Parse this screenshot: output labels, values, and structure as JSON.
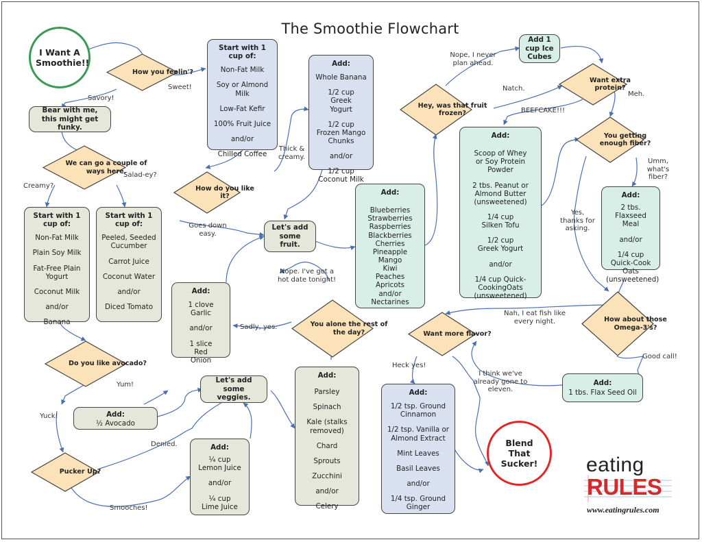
{
  "title": "The Smoothie Flowchart",
  "start": "I Want A Smoothie!!",
  "end": "Blend That Sucker!",
  "diamonds": {
    "feelin": "How you feelin'?",
    "couple_ways": "We can go a couple of ways here.",
    "like_it": "How do you like it?",
    "avocado": "Do you like avocado?",
    "pucker": "Pucker Up?",
    "alone": "You alone the rest of the day?",
    "frozen": "Hey, was that fruit frozen?",
    "protein": "Want extra protein?",
    "fiber": "You getting enough fiber?",
    "omega": "How about those Omega-3's?",
    "flavor": "Want more flavor?"
  },
  "boxes": {
    "funky": "Bear with me, this might get funky.",
    "creamy_base": {
      "header": "Start with 1 cup of:",
      "items": [
        "Non-Fat Milk",
        "Plain Soy Milk",
        "Fat-Free Plain Yogurt",
        "Coconut Milk",
        "and/or",
        "Banana"
      ]
    },
    "salad_base": {
      "header": "Start with 1 cup of:",
      "items": [
        "Peeled, Seeded Cucumber",
        "Carrot Juice",
        "Coconut Water",
        "and/or",
        "Diced Tomato"
      ]
    },
    "sweet_base": {
      "header": "Start with 1 cup of:",
      "items": [
        "Non-Fat Milk",
        "Soy or Almond Milk",
        "Low-Fat Kefir",
        "100% Fruit Juice",
        "and/or",
        "Chilled Coffee"
      ]
    },
    "creamy_add": {
      "header": "Add:",
      "items": [
        "Whole Banana",
        "1/2 cup Greek Yogurt",
        "1/2 cup Frozen Mango Chunks",
        "and/or",
        "1/2 cup Coconut Milk"
      ]
    },
    "add_fruit": "Let's add some fruit.",
    "fruits": {
      "header": "Add:",
      "items": [
        "Blueberries",
        "Strawberries",
        "Raspberries",
        "Blackberries",
        "Cherries",
        "Pineapple",
        "Mango",
        "Kiwi",
        "Peaches",
        "Apricots",
        "and/or",
        "Nectarines"
      ]
    },
    "ice": "Add 1 cup Ice Cubes",
    "protein_add": {
      "header": "Add:",
      "items": [
        "Scoop of Whey or Soy Protein Powder",
        "2 tbs. Peanut or Almond Butter (unsweetened)",
        "1/4 cup Silken Tofu",
        "1/2 cup Greek Yogurt",
        "and/or",
        "1/4 cup Quick-CookingOats (unsweetened)"
      ]
    },
    "fiber_add": {
      "header": "Add:",
      "items": [
        "2 tbs. Flaxseed Meal",
        "and/or",
        "1/4 cup Quick-Cook Oats (unsweetened)"
      ]
    },
    "flax_oil": {
      "header": "Add:",
      "items": [
        "1 tbs. Flax Seed Oil"
      ]
    },
    "garlic": {
      "header": "Add:",
      "items": [
        "1 clove Garlic",
        "and/or",
        "1 slice Red Onion"
      ]
    },
    "avocado_add": {
      "header": "Add:",
      "items": [
        "½ Avocado"
      ]
    },
    "add_veggies": "Let's add some veggies.",
    "veggies": {
      "header": "Add:",
      "items": [
        "Parsley",
        "Spinach",
        "Kale (stalks removed)",
        "Chard",
        "Sprouts",
        "Zucchini",
        "and/or",
        "Celery"
      ]
    },
    "citrus": {
      "header": "Add:",
      "items": [
        "¼ cup Lemon Juice",
        "and/or",
        "¼ cup Lime Juice"
      ]
    },
    "flavor_add": {
      "header": "Add:",
      "items": [
        "1/2 tsp. Ground Cinnamon",
        "1/2 tsp. Vanilla or Almond Extract",
        "Mint Leaves",
        "Basil Leaves",
        "and/or",
        "1/4 tsp. Ground Ginger"
      ]
    }
  },
  "notes": {
    "savory": "Savory!",
    "sweet": "Sweet!",
    "creamy": "Creamy?",
    "salad": "Salad-ey?",
    "thick": "Thick & creamy.",
    "goes_down": "Goes down easy.",
    "nope_hot": "Nope. I've got a hot date tonight!",
    "sadly": "Sadly, yes.",
    "yum": "Yum!",
    "yuck": "Yuck!",
    "denied": "Denied.",
    "smooches": "Smooches!",
    "nope_never": "Nope, I never plan ahead.",
    "natch": "Natch.",
    "beefcake": "BEEFCAKE!!!",
    "meh": "Meh.",
    "umm": "Umm, what's fiber?",
    "yes_thanks": "Yes, thanks for asking.",
    "nah_fish": "Nah, I eat fish like every night.",
    "good_call": "Good call!",
    "heck_yes": "Heck yes!",
    "eleven": "I think we've already gone to eleven."
  },
  "logo": {
    "top": "eating",
    "bottom": "RULES",
    "url": "www.eatingrules.com"
  },
  "colors": {
    "grey_box": "#e4e7da",
    "blue_box": "#d9e0f0",
    "green_box": "#d8efe8",
    "diamond": "#fbe2b9",
    "start_ring": "#3a9a55",
    "end_ring": "#e02828",
    "arrow": "#4a6fb0",
    "logo_red": "#d42a2a"
  }
}
